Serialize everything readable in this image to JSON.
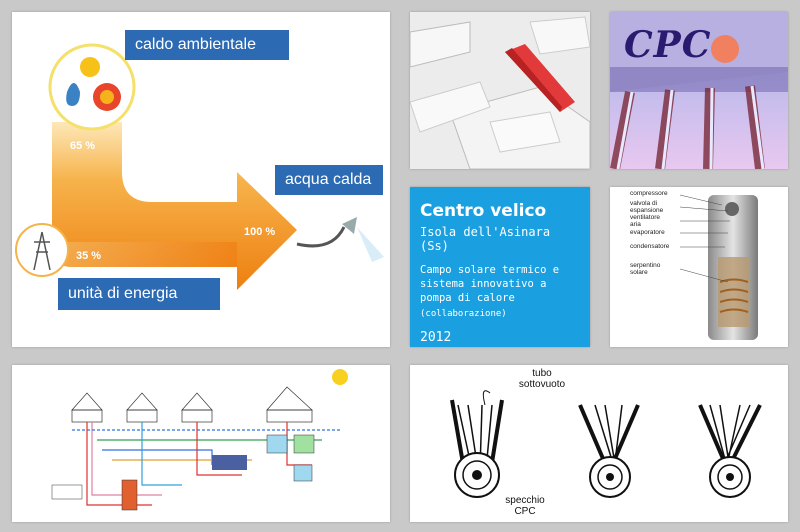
{
  "energy": {
    "caldo": "caldo ambientale",
    "acqua": "acqua calda",
    "energia": "unità di energia",
    "pct_65": "65 %",
    "pct_100": "100 %",
    "pct_35": "35 %"
  },
  "project": {
    "title": "Centro velico",
    "subtitle": "Isola dell'Asinara (Ss)",
    "desc": "Campo solare termico e sistema innovativo a pompa di calore",
    "desc_small": "(collaborazione)",
    "year": "2012"
  },
  "logo": {
    "text": "CPC"
  },
  "heatpump": {
    "labels": [
      "compressore",
      "valvola di espansione",
      "ventilatore aria",
      "evaporatore",
      "condensatore",
      "serpentino solare"
    ]
  },
  "tubes": {
    "top_label": "tubo sottovuoto",
    "bottom_label": "specchio CPC"
  },
  "colors": {
    "blue_label": "#2c6ab4",
    "arrow_orange": "#f08a1a",
    "info_blue": "#1aa0e0"
  }
}
